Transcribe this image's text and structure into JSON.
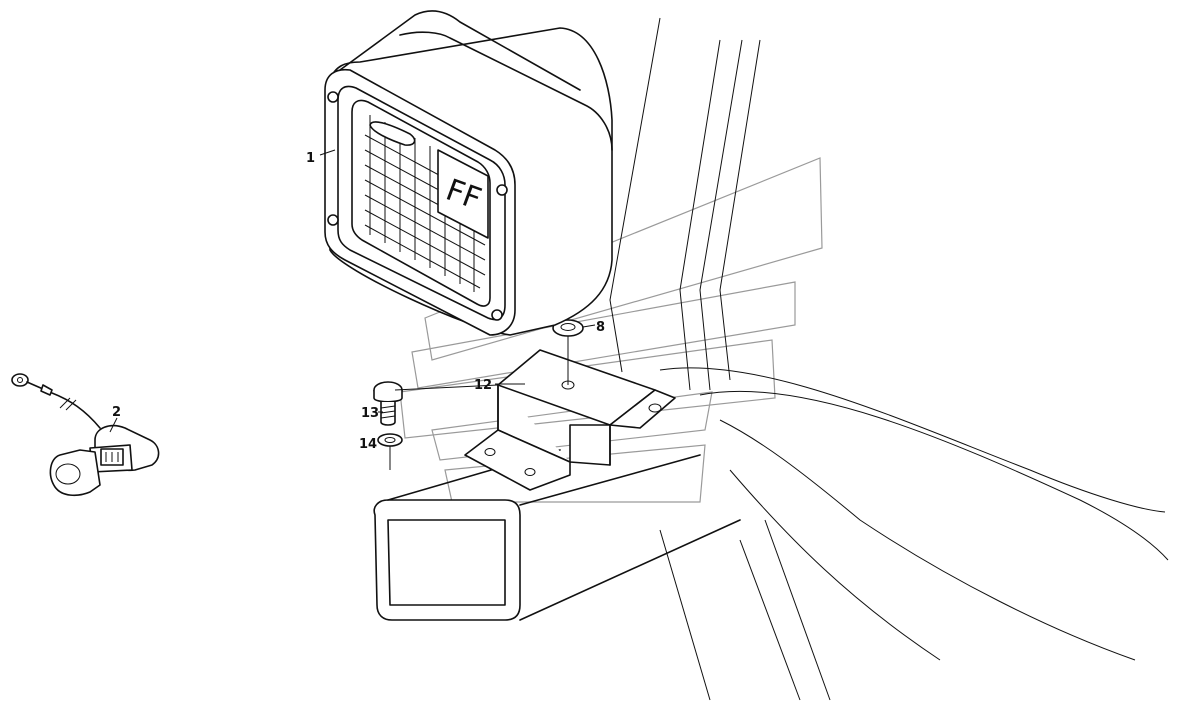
{
  "diagram": {
    "callouts": [
      {
        "id": "1",
        "text": "1"
      },
      {
        "id": "2",
        "text": "2"
      },
      {
        "id": "8",
        "text": "8"
      },
      {
        "id": "12",
        "text": "12"
      },
      {
        "id": "13",
        "text": "13"
      },
      {
        "id": "14",
        "text": "14"
      }
    ],
    "lamp_lens_marking": "FF",
    "parts": [
      "work-lamp",
      "bulb-with-wire",
      "washer",
      "mounting-bracket",
      "bolt",
      "lock-washer",
      "square-tube",
      "cab-pillar"
    ]
  }
}
